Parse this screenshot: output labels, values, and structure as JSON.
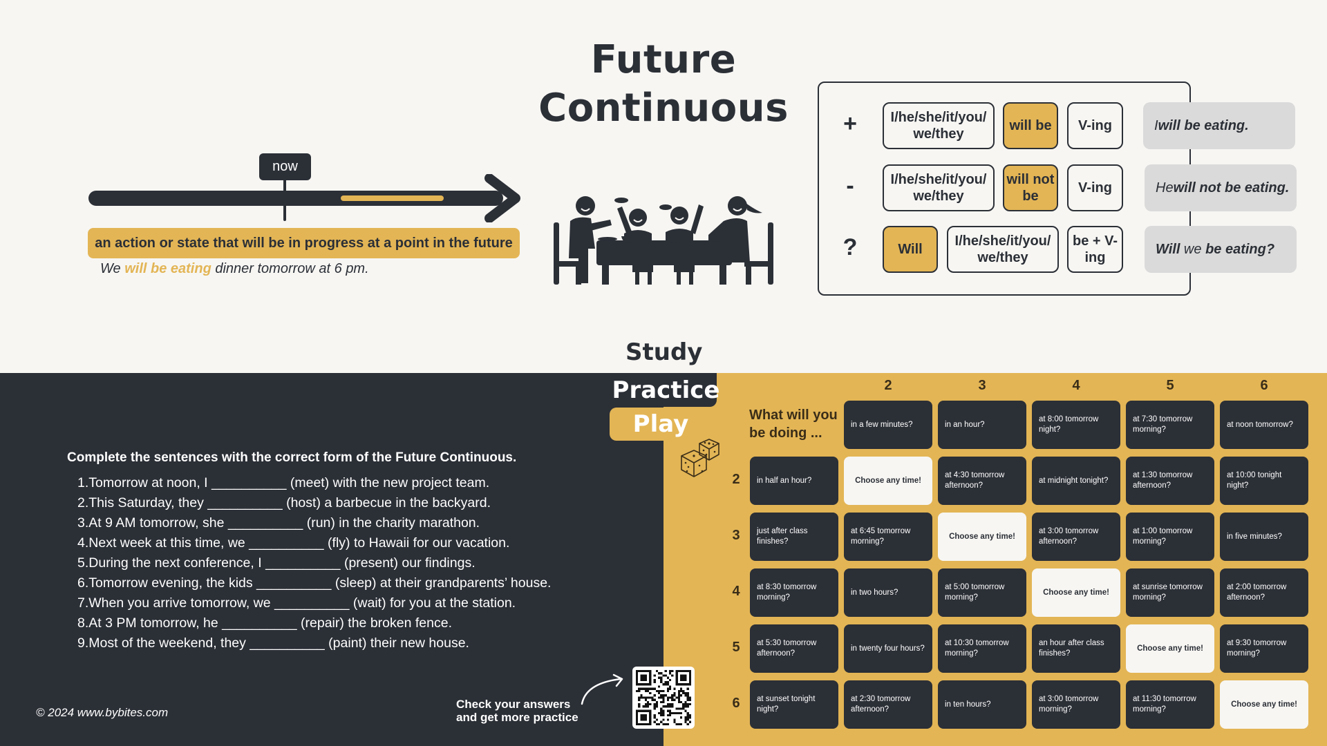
{
  "title": {
    "line1": "Future",
    "line2": "Continuous"
  },
  "timeline": {
    "now_label": "now",
    "definition": "an action or state that will be in progress at a point in the future",
    "example": {
      "before": "We ",
      "highlight": "will be eating",
      "after": " dinner tomorrow at  6 pm."
    }
  },
  "formula": {
    "rows": [
      {
        "sign": "+",
        "parts": [
          "I/he/she/it/you/ we/they",
          "will be",
          "V-ing"
        ],
        "example": {
          "pre": "I ",
          "bold": "will be eating.",
          "mid": "",
          "bold2": ""
        }
      },
      {
        "sign": "-",
        "parts": [
          "I/he/she/it/you/ we/they",
          "will not be",
          "V-ing"
        ],
        "example": {
          "pre": "He ",
          "bold": "will not be eating.",
          "mid": "",
          "bold2": ""
        }
      },
      {
        "sign": "?",
        "parts": [
          "Will",
          "I/he/she/it/you/ we/they",
          "be + V-ing"
        ],
        "example": {
          "pre": "",
          "bold": "Will",
          "mid": " we ",
          "bold2": "be eating?"
        }
      }
    ]
  },
  "tabs": {
    "study": "Study",
    "practice": "Practice",
    "play": "Play"
  },
  "exercise": {
    "instruction": "Complete the sentences with the correct form of the Future Continuous.",
    "sentences": [
      "1.Tomorrow at noon, I __________ (meet) with the new project team.",
      "2.This Saturday, they __________ (host) a barbecue in the backyard.",
      "3.At 9 AM tomorrow, she __________ (run) in the charity marathon.",
      "4.Next week at this time, we __________ (fly) to Hawaii for our vacation.",
      "5.During the next conference, I __________ (present) our findings.",
      "6.Tomorrow evening, the kids __________ (sleep) at their grandparents’ house.",
      "7.When you arrive tomorrow, we __________ (wait) for you at the station.",
      "8.At 3 PM tomorrow, he __________ (repair) the broken fence.",
      "9.Most of the weekend, they __________ (paint) their new house."
    ]
  },
  "footer": {
    "copyright": "© 2024 www.bybites.com",
    "check_line1": "Check your answers",
    "check_line2": "and get more practice"
  },
  "game": {
    "question": "What will you be doing ...",
    "col_numbers": [
      "2",
      "3",
      "4",
      "5",
      "6"
    ],
    "row_numbers": [
      "2",
      "3",
      "4",
      "5",
      "6"
    ],
    "header_cells": [
      "in a few minutes?",
      "in an hour?",
      "at 8:00 tomorrow night?",
      "at 7:30 tomorrow morning?",
      "at noon tomorrow?"
    ],
    "rows": [
      [
        "in half an hour?",
        "Choose any time!",
        "at 4:30 tomorrow afternoon?",
        "at midnight tonight?",
        "at 1:30 tomorrow afternoon?",
        "at 10:00 tonight night?"
      ],
      [
        "just after class finishes?",
        "at 6:45 tomorrow morning?",
        "Choose any time!",
        "at 3:00 tomorrow afternoon?",
        "at 1:00 tomorrow morning?",
        "in five minutes?"
      ],
      [
        "at 8:30 tomorrow morning?",
        "in two hours?",
        "at 5:00 tomorrow morning?",
        "Choose any time!",
        "at sunrise tomorrow morning?",
        "at 2:00 tomorrow afternoon?"
      ],
      [
        "at 5:30 tomorrow afternoon?",
        "in twenty four hours?",
        "at 10:30 tomorrow morning?",
        "an hour after class finishes?",
        "Choose any time!",
        "at 9:30 tomorrow morning?"
      ],
      [
        "at sunset tonight night?",
        "at 2:30 tomorrow afternoon?",
        "in ten hours?",
        "at 3:00 tomorrow morning?",
        "at 11:30 tomorrow morning?",
        "Choose any time!"
      ]
    ],
    "free_label": "Choose any time!"
  },
  "colors": {
    "dark": "#2b2f36",
    "gold": "#e3b555",
    "paper": "#f7f6f3",
    "example_bg": "#dadada"
  }
}
